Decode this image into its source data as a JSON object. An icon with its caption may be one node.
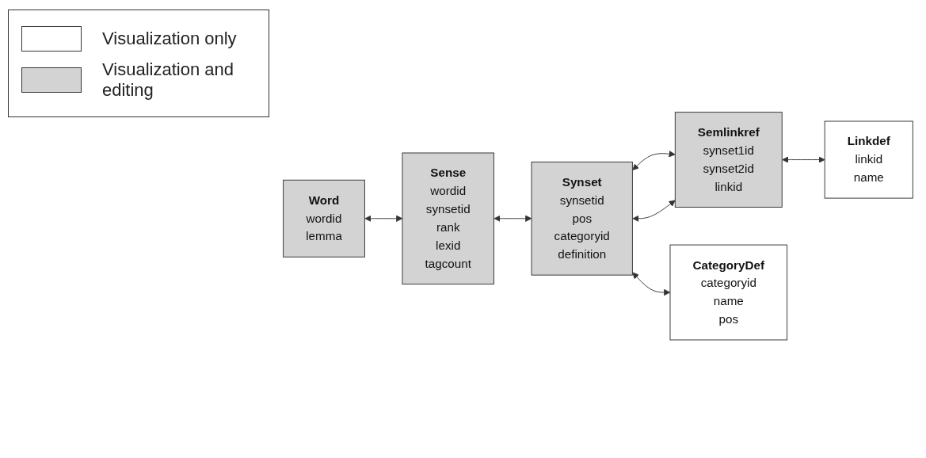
{
  "diagram": {
    "nodes": [
      {
        "text": [
          "Word",
          "wordid",
          "lemma"
        ]
      },
      {
        "text": [
          "Sense",
          "wordid",
          "synsetid",
          "rank",
          "lexid",
          "tagcount"
        ]
      },
      {
        "text": [
          "Synset",
          "synsetid",
          "pos",
          "categoryid",
          "definition"
        ]
      },
      {
        "text": [
          "Semlinkref",
          "synset1id",
          "synset2id",
          "linkid"
        ]
      },
      {
        "text": [
          "Linkdef",
          "linkid",
          "name"
        ]
      },
      {
        "text": [
          "CategoryDef",
          "categoryid",
          "name",
          "pos"
        ]
      }
    ],
    "edges": [
      {
        "from": 0,
        "to": 1,
        "arrow": "both"
      },
      {
        "from": 1,
        "to": 2,
        "arrow": "both"
      },
      {
        "from": 2,
        "to": 3,
        "arrow": "both"
      },
      {
        "from": 2,
        "to": 3,
        "arrow": "both"
      },
      {
        "from": 3,
        "to": 4,
        "arrow": "both"
      },
      {
        "from": 2,
        "to": 5,
        "arrow": "both"
      }
    ],
    "legend": [
      {
        "text": "Visualization only",
        "color": "#ffffff"
      },
      {
        "text": "Visualization and editing",
        "color": "#d3d3d3"
      }
    ]
  }
}
